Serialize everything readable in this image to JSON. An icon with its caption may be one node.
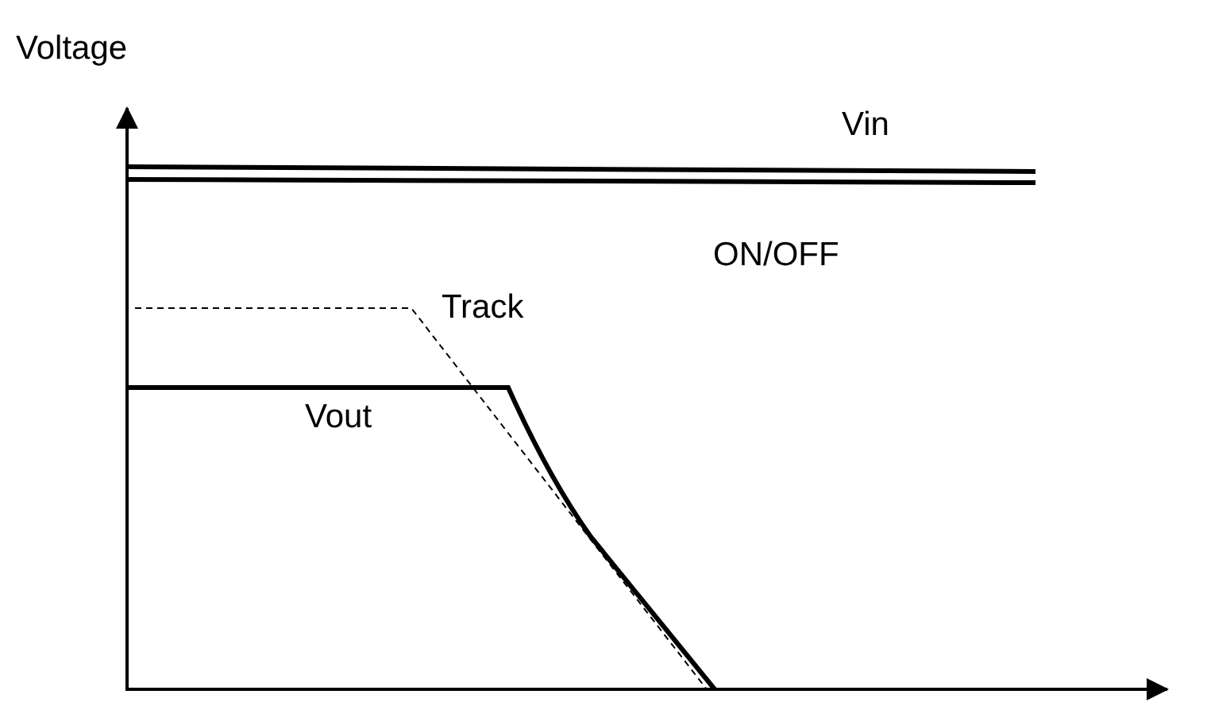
{
  "diagram": {
    "labels": [
      "Voltage",
      "Vin",
      "ON/OFF",
      "Track",
      "Vout"
    ]
  }
}
